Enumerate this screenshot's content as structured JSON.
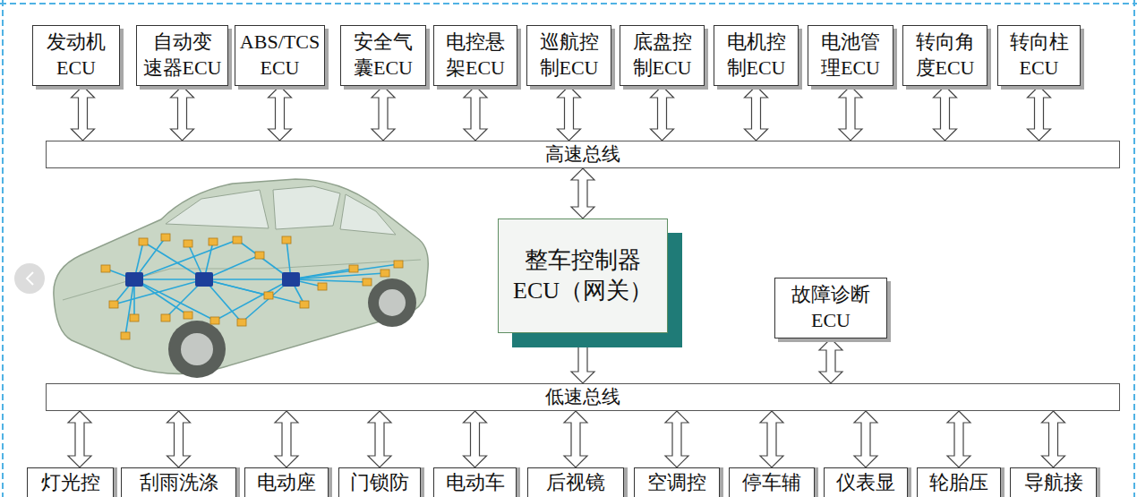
{
  "diagram": {
    "nodes": [
      {
        "text": [
          "发动机 ECU"
        ]
      },
      {
        "text": [
          "自动变 速器ECU"
        ]
      },
      {
        "text": [
          "ABS/TCS ECU"
        ]
      },
      {
        "text": [
          "安全气 囊ECU"
        ]
      },
      {
        "text": [
          "电控悬 架ECU"
        ]
      },
      {
        "text": [
          "巡航控 制ECU"
        ]
      },
      {
        "text": [
          "底盘控 制ECU"
        ]
      },
      {
        "text": [
          "电机控 制ECU"
        ]
      },
      {
        "text": [
          "电池管 理ECU"
        ]
      },
      {
        "text": [
          "转向角 度ECU"
        ]
      },
      {
        "text": [
          "转向柱 ECU"
        ]
      },
      {
        "text": [
          "高速总线"
        ]
      },
      {
        "text": [
          "整车控制器 ECU（网关）"
        ]
      },
      {
        "text": [
          "故障诊断 ECU"
        ]
      },
      {
        "text": [
          "低速总线"
        ]
      },
      {
        "text": [
          "灯光控"
        ]
      },
      {
        "text": [
          "刮雨洗涤"
        ]
      },
      {
        "text": [
          "电动座"
        ]
      },
      {
        "text": [
          "门锁防"
        ]
      },
      {
        "text": [
          "电动车"
        ]
      },
      {
        "text": [
          "后视镜"
        ]
      },
      {
        "text": [
          "空调控"
        ]
      },
      {
        "text": [
          "停车辅"
        ]
      },
      {
        "text": [
          "仪表显"
        ]
      },
      {
        "text": [
          "轮胎压"
        ]
      },
      {
        "text": [
          "导航接"
        ]
      }
    ],
    "edges": [
      {
        "from": 0,
        "to": 11,
        "arrow": "both"
      },
      {
        "from": 1,
        "to": 11,
        "arrow": "both"
      },
      {
        "from": 2,
        "to": 11,
        "arrow": "both"
      },
      {
        "from": 3,
        "to": 11,
        "arrow": "both"
      },
      {
        "from": 4,
        "to": 11,
        "arrow": "both"
      },
      {
        "from": 5,
        "to": 11,
        "arrow": "both"
      },
      {
        "from": 6,
        "to": 11,
        "arrow": "both"
      },
      {
        "from": 7,
        "to": 11,
        "arrow": "both"
      },
      {
        "from": 8,
        "to": 11,
        "arrow": "both"
      },
      {
        "from": 9,
        "to": 11,
        "arrow": "both"
      },
      {
        "from": 10,
        "to": 11,
        "arrow": "both"
      },
      {
        "from": 11,
        "to": 12,
        "arrow": "both"
      },
      {
        "from": 12,
        "to": 14,
        "arrow": "both"
      },
      {
        "from": 13,
        "to": 14,
        "arrow": "both"
      },
      {
        "from": 14,
        "to": 15,
        "arrow": "both"
      },
      {
        "from": 14,
        "to": 16,
        "arrow": "both"
      },
      {
        "from": 14,
        "to": 17,
        "arrow": "both"
      },
      {
        "from": 14,
        "to": 18,
        "arrow": "both"
      },
      {
        "from": 14,
        "to": 19,
        "arrow": "both"
      },
      {
        "from": 14,
        "to": 20,
        "arrow": "both"
      },
      {
        "from": 14,
        "to": 21,
        "arrow": "both"
      },
      {
        "from": 14,
        "to": 22,
        "arrow": "both"
      },
      {
        "from": 14,
        "to": 23,
        "arrow": "both"
      },
      {
        "from": 14,
        "to": 24,
        "arrow": "both"
      },
      {
        "from": 14,
        "to": 25,
        "arrow": "both"
      }
    ]
  }
}
